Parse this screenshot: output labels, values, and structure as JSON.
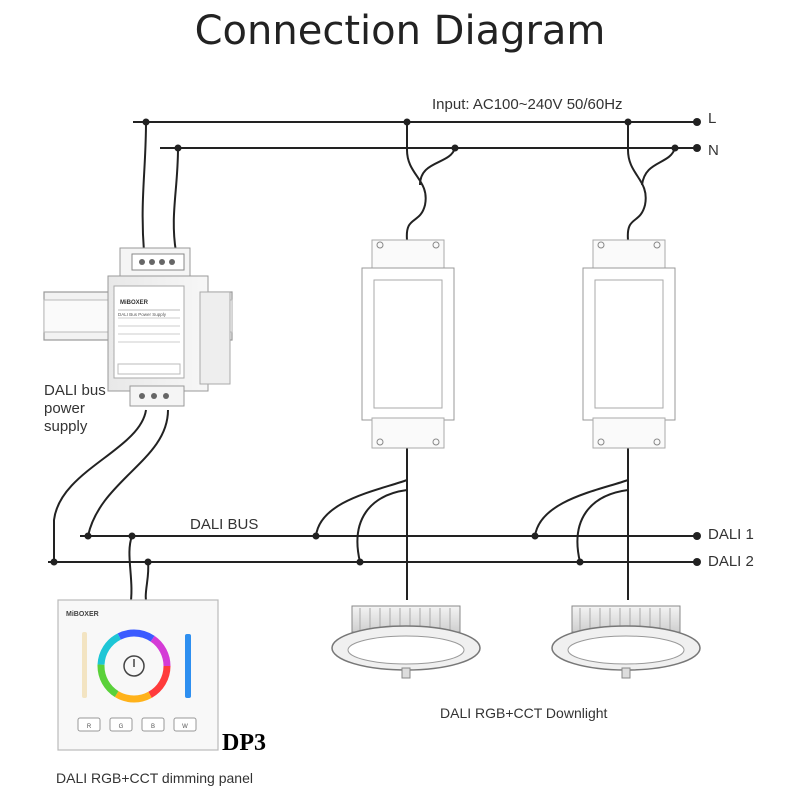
{
  "title": "Connection Diagram",
  "input_label": "Input: AC100~240V  50/60Hz",
  "line_labels": {
    "l": "L",
    "n": "N",
    "dali1": "DALI 1",
    "dali2": "DALI 2",
    "dali_bus": "DALI BUS"
  },
  "power_supply": {
    "label_line1": "DALI bus",
    "label_line2": "power",
    "label_line3": "supply",
    "brand": "MiBOXER",
    "name": "DALI Bus Power Supply"
  },
  "downlight_label": "DALI RGB+CCT Downlight",
  "panel": {
    "brand": "MiBOXER",
    "buttons": [
      "R",
      "G",
      "B",
      "W"
    ],
    "model": "DP3",
    "label": "DALI RGB+CCT dimming panel"
  }
}
